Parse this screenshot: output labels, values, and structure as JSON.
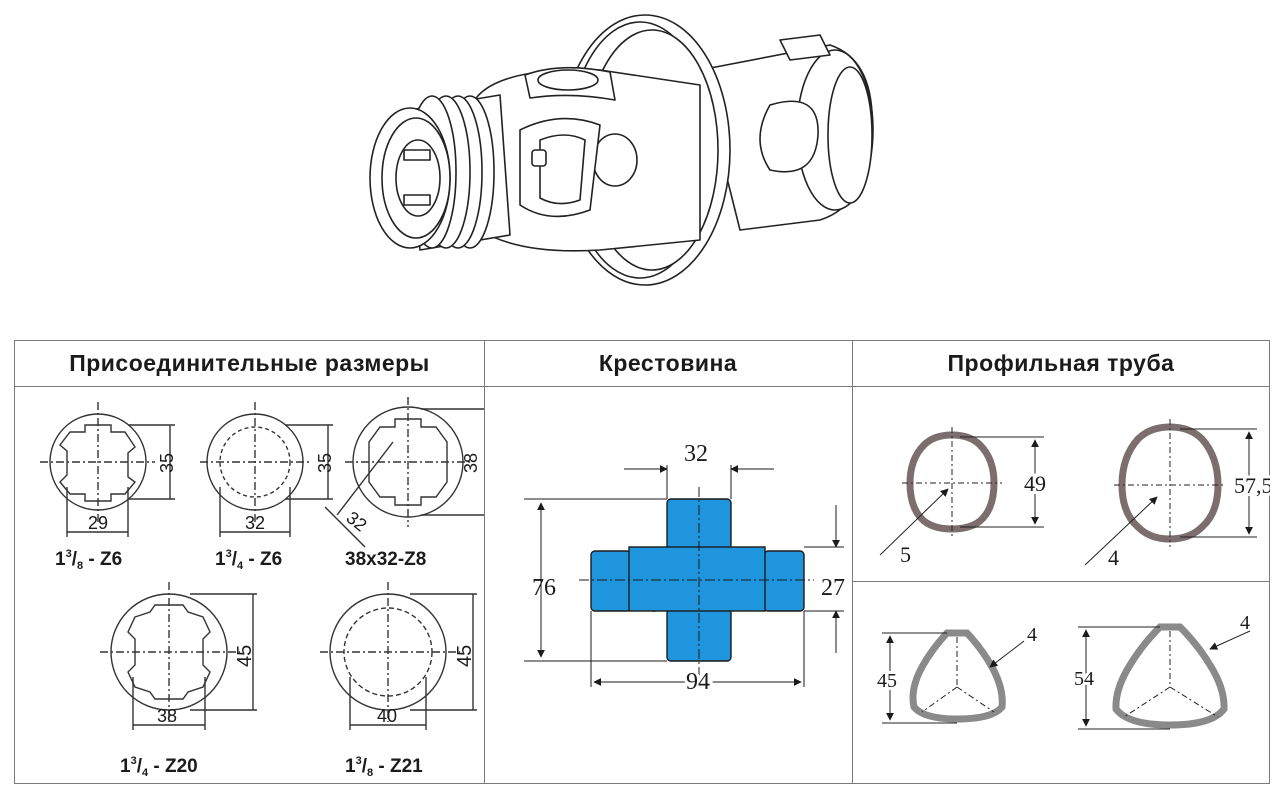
{
  "headers": {
    "connection": "Присоединительные размеры",
    "cross": "Крестовина",
    "tube": "Профильная труба"
  },
  "connection": {
    "items": [
      {
        "dim_v": "35",
        "dim_h": "29",
        "label_main": "1",
        "label_sup": "3",
        "label_sub": "8",
        "label_rest": " - Z6"
      },
      {
        "dim_v": "35",
        "dim_h": "32",
        "label_main": "1",
        "label_sup": "3",
        "label_sub": "4",
        "label_rest": " - Z6"
      },
      {
        "dim_v": "38",
        "dim_h": "32",
        "label_text": "38x32-Z8"
      },
      {
        "dim_v": "45",
        "dim_h": "38",
        "label_main": "1",
        "label_sup": "3",
        "label_sub": "4",
        "label_rest": " - Z20"
      },
      {
        "dim_v": "45",
        "dim_h": "40",
        "label_main": "1",
        "label_sup": "3",
        "label_sub": "8",
        "label_rest": " - Z21"
      }
    ]
  },
  "cross": {
    "dim_top": "32",
    "dim_left": "76",
    "dim_right": "27",
    "dim_bottom": "94",
    "fill_color": "#1e95dc"
  },
  "tube": {
    "lemon_small": {
      "height": "49",
      "wall": "5"
    },
    "lemon_large": {
      "height": "57,5",
      "wall": "4"
    },
    "tri_small": {
      "height": "45",
      "wall": "4"
    },
    "tri_large": {
      "height": "54",
      "wall": "4"
    },
    "tube_color": "#7c6e6e",
    "tri_color": "#8a8a8a"
  }
}
